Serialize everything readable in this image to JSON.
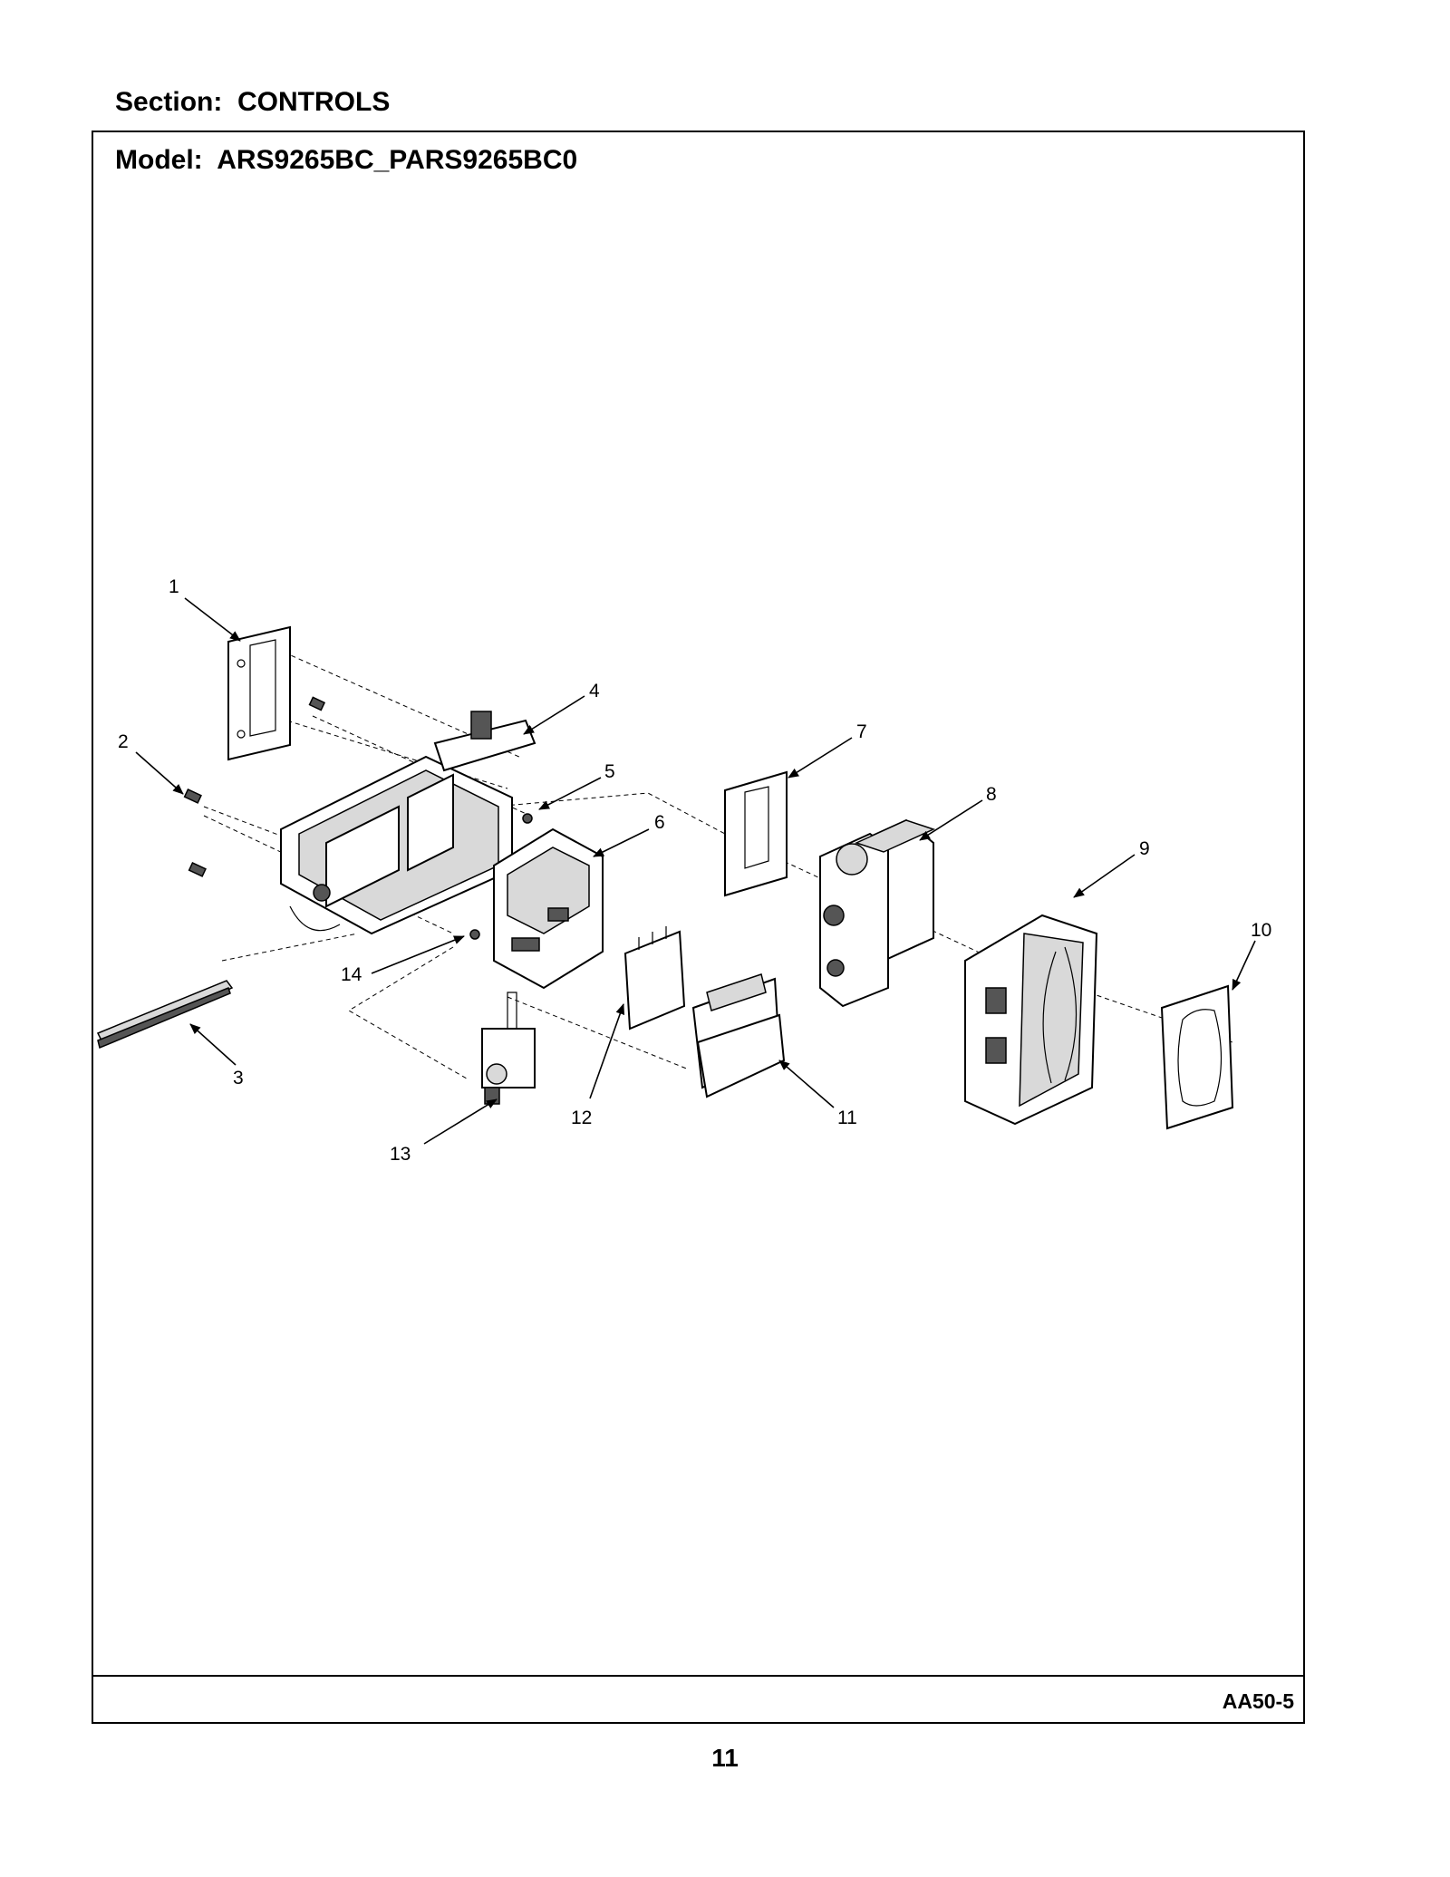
{
  "header": {
    "section": "Section:  CONTROLS",
    "model": "Model:  ARS9265BC_PARS9265BC0"
  },
  "footer": {
    "diagram_code": "AA50-5",
    "page_number": "11"
  },
  "callouts": [
    "1",
    "2",
    "3",
    "4",
    "5",
    "6",
    "7",
    "8",
    "9",
    "10",
    "11",
    "12",
    "13",
    "14"
  ]
}
